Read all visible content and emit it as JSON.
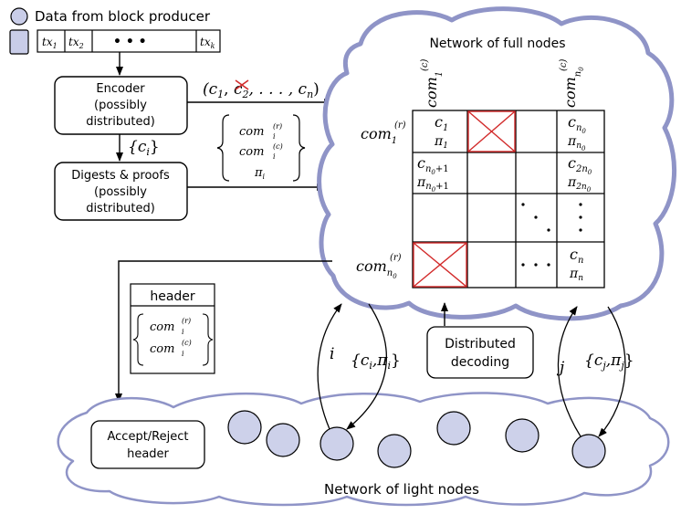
{
  "producer": {
    "title": "Data from block producer",
    "tx": [
      "tx",
      "tx",
      "tx"
    ],
    "tx_sub": [
      "1",
      "2",
      "k"
    ],
    "dots": "• • •"
  },
  "encoder": {
    "line1": "Encoder",
    "line2": "(possibly",
    "line3": "distributed)"
  },
  "digests": {
    "line1": "Digests & proofs",
    "line2": "(possibly",
    "line3": "distributed)"
  },
  "labels": {
    "ci_set": "{c",
    "ci_sub": "i",
    "ci_close": "}",
    "tuple_open": "(c",
    "tuple_1": "1",
    "tuple_sep": ", ",
    "tuple_c2": "c",
    "tuple_2": "2",
    "tuple_rest": ", . . . , c",
    "tuple_n": "n",
    "tuple_close": ")",
    "com": "com",
    "sup_r": "(r)",
    "sup_c": "(c)",
    "sub_i": "i",
    "pi": "π"
  },
  "full_nodes": {
    "title": "Network of full nodes",
    "col1_sub": "1",
    "coln_sub": "n",
    "coln_sub0": "0",
    "row1_sub": "1",
    "rown_sub": "n",
    "rown_sub0": "0",
    "cells": {
      "r1c1_a": "c",
      "r1c1_a_sub": "1",
      "r1c1_b": "π",
      "r1c1_b_sub": "1",
      "r1c4_a": "c",
      "r1c4_a_sub": "n",
      "r1c4_b": "π",
      "r1c4_b_sub": "n",
      "r2c1_a": "c",
      "r2c1_a_sub": "n",
      "r2c1_a_sub2": "+1",
      "r2c1_b": "π",
      "r2c1_b_sub": "n",
      "r2c1_b_sub2": "+1",
      "r2c4_a": "c",
      "r2c4_a_sub": "2n",
      "r2c4_b": "π",
      "r2c4_b_sub": "2n",
      "r4c4_a": "c",
      "r4c4_a_sub": "n",
      "r4c4_b": "π",
      "r4c4_b_sub": "n"
    }
  },
  "header_box": {
    "title": "header"
  },
  "decoding": {
    "line1": "Distributed",
    "line2": "decoding"
  },
  "accept": {
    "line1": "Accept/Reject",
    "line2": "header"
  },
  "light_nodes": {
    "title": "Network of light nodes"
  },
  "query_i": {
    "index": "i",
    "set_open": "{c",
    "sub": "i",
    "comma": ",π",
    "close": "}"
  },
  "query_j": {
    "index": "j",
    "set_open": "{c",
    "sub": "j",
    "comma": ",π",
    "close": "}"
  },
  "colors": {
    "cloud": "#8f94c7",
    "node_fill": "#cdd1ea",
    "cross": "#d22b2b",
    "box_fill": "#c9cde8"
  }
}
